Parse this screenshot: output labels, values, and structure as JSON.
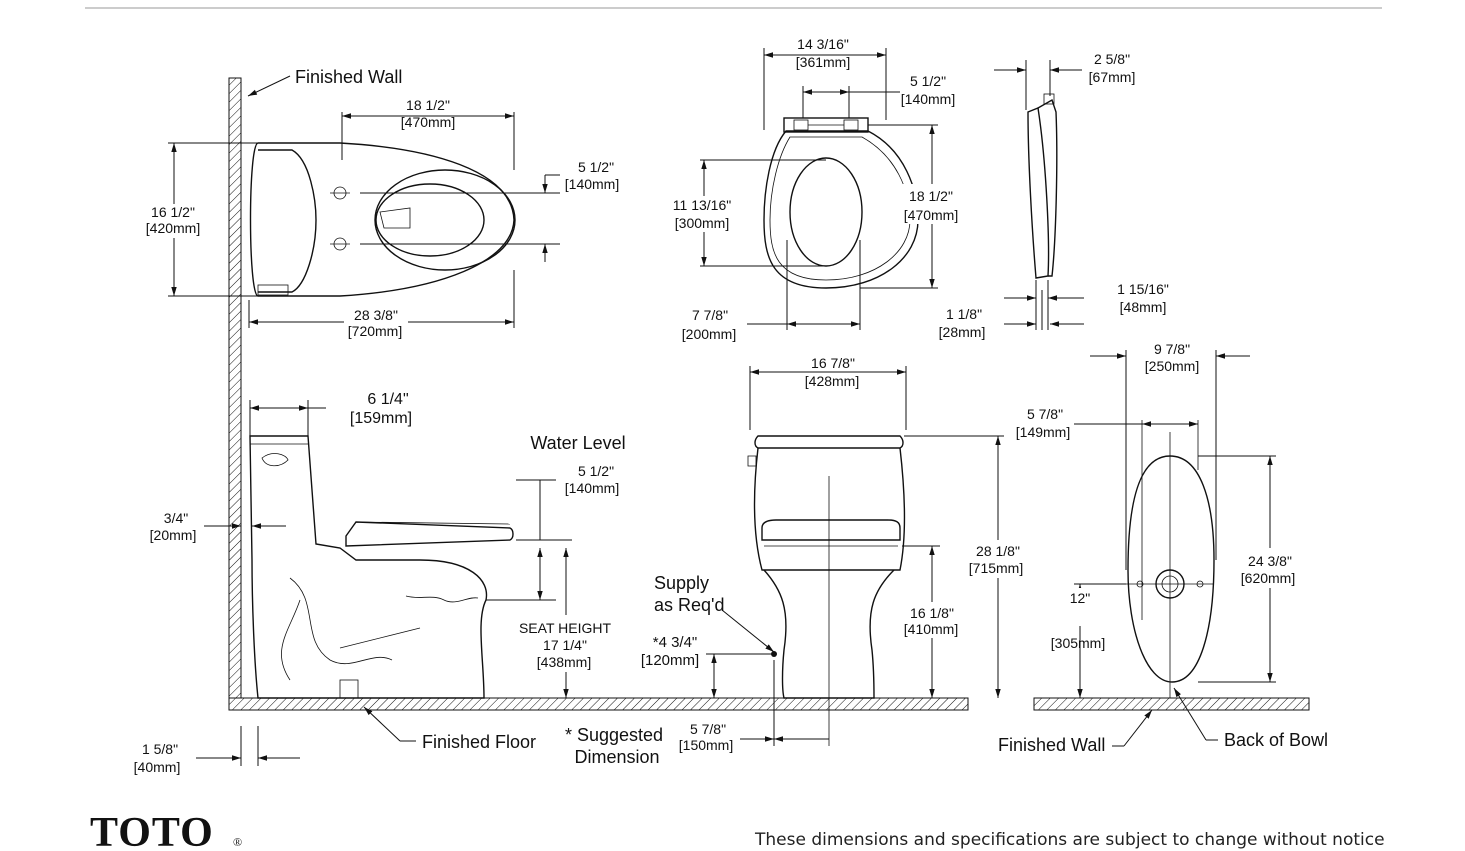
{
  "brand": {
    "name": "TOTO",
    "mark": "®"
  },
  "notice": "These dimensions and specifications are subject to change without notice",
  "labels": {
    "finished_wall": "Finished Wall",
    "finished_floor": "Finished Floor",
    "water_level": "Water Level",
    "supply_1": "Supply",
    "supply_2": "as Req'd",
    "seat_height": "SEAT HEIGHT",
    "suggested_1": "* Suggested",
    "suggested_2": "Dimension",
    "back_of_bowl": "Back of Bowl"
  },
  "dims": {
    "top_len_in": "18 1/2\"",
    "top_len_mm": "[470mm]",
    "top_holes_in": "5 1/2\"",
    "top_holes_mm": "[140mm]",
    "top_width_in": "16 1/2\"",
    "top_width_mm": "[420mm]",
    "top_total_in": "28 3/8\"",
    "top_total_mm": "[720mm]",
    "seat_w_in": "14 3/16\"",
    "seat_w_mm": "[361mm]",
    "seat_hinge_in": "5 1/2\"",
    "seat_hinge_mm": "[140mm]",
    "seat_open_in": "11 13/16\"",
    "seat_open_mm": "[300mm]",
    "seat_len_in": "18 1/2\"",
    "seat_len_mm": "[470mm]",
    "seat_front_in": "7 7/8\"",
    "seat_front_mm": "[200mm]",
    "seat_side_top_in": "2 5/8\"",
    "seat_side_top_mm": "[67mm]",
    "seat_thick_in": "1 15/16\"",
    "seat_thick_mm": "[48mm]",
    "seat_lid_in": "1 1/8\"",
    "seat_lid_mm": "[28mm]",
    "tank_off_in": "6 1/4\"",
    "tank_off_mm": "[159mm]",
    "water_in": "5 1/2\"",
    "water_mm": "[140mm]",
    "wall_gap_in": "3/4\"",
    "wall_gap_mm": "[20mm]",
    "seat_height_in": "17 1/4\"",
    "seat_height_mm": "[438mm]",
    "base_off_in": "1 5/8\"",
    "base_off_mm": "[40mm]",
    "front_w_in": "16 7/8\"",
    "front_w_mm": "[428mm]",
    "front_h_in": "28 1/8\"",
    "front_h_mm": "[715mm]",
    "front_rim_in": "16 1/8\"",
    "front_rim_mm": "[410mm]",
    "supply_h_in": "*4 3/4\"",
    "supply_h_mm": "[120mm]",
    "supply_off_in": "5 7/8\"",
    "supply_off_mm": "[150mm]",
    "base_w_in": "9 7/8\"",
    "base_w_mm": "[250mm]",
    "base_inner_in": "5 7/8\"",
    "base_inner_mm": "[149mm]",
    "base_len_in": "24 3/8\"",
    "base_len_mm": "[620mm]",
    "rough_in": "12\"",
    "rough_mm": "[305mm]"
  }
}
